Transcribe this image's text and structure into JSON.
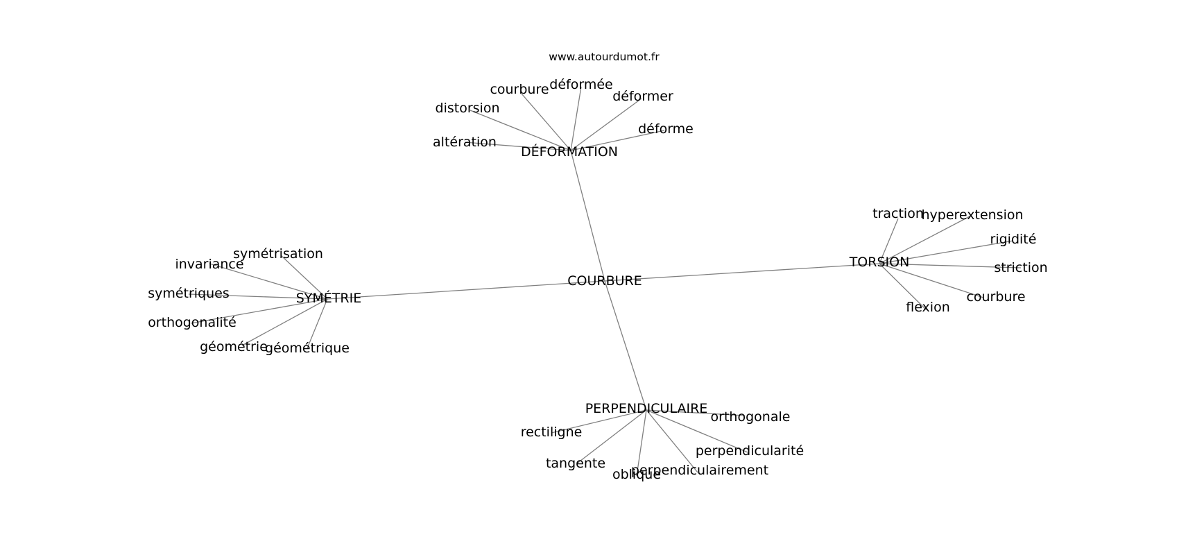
{
  "watermark": "www.autourdumot.fr",
  "center": {
    "id": "courbure_c",
    "label": "COURBURE"
  },
  "hubs": [
    {
      "id": "deformation",
      "label": "DÉFORMATION"
    },
    {
      "id": "torsion",
      "label": "TORSION"
    },
    {
      "id": "symetrie",
      "label": "SYMÉTRIE"
    },
    {
      "id": "perpendiculaire",
      "label": "PERPENDICULAIRE"
    }
  ],
  "leaves": [
    {
      "id": "distorsion",
      "hub": "deformation",
      "label": "distorsion"
    },
    {
      "id": "courbure_d",
      "hub": "deformation",
      "label": "courbure"
    },
    {
      "id": "deformee",
      "hub": "deformation",
      "label": "déformée"
    },
    {
      "id": "deformer",
      "hub": "deformation",
      "label": "déformer"
    },
    {
      "id": "deforme",
      "hub": "deformation",
      "label": "déforme"
    },
    {
      "id": "alteration",
      "hub": "deformation",
      "label": "altération"
    },
    {
      "id": "traction",
      "hub": "torsion",
      "label": "traction"
    },
    {
      "id": "hyperextension",
      "hub": "torsion",
      "label": "hyperextension"
    },
    {
      "id": "rigidite",
      "hub": "torsion",
      "label": "rigidité"
    },
    {
      "id": "striction",
      "hub": "torsion",
      "label": "striction"
    },
    {
      "id": "courbure_t",
      "hub": "torsion",
      "label": "courbure"
    },
    {
      "id": "flexion",
      "hub": "torsion",
      "label": "flexion"
    },
    {
      "id": "symetrisation",
      "hub": "symetrie",
      "label": "symétrisation"
    },
    {
      "id": "invariance",
      "hub": "symetrie",
      "label": "invariance"
    },
    {
      "id": "symetriques",
      "hub": "symetrie",
      "label": "symétriques"
    },
    {
      "id": "orthogonalite",
      "hub": "symetrie",
      "label": "orthogonalité"
    },
    {
      "id": "geometrie",
      "hub": "symetrie",
      "label": "géométrie"
    },
    {
      "id": "geometrique",
      "hub": "symetrie",
      "label": "géométrique"
    },
    {
      "id": "orthogonale",
      "hub": "perpendiculaire",
      "label": "orthogonale"
    },
    {
      "id": "rectiligne",
      "hub": "perpendiculaire",
      "label": "rectiligne"
    },
    {
      "id": "tangente",
      "hub": "perpendiculaire",
      "label": "tangente"
    },
    {
      "id": "oblique",
      "hub": "perpendiculaire",
      "label": "oblique"
    },
    {
      "id": "perpendiculairement",
      "hub": "perpendiculaire",
      "label": "perpendiculairement"
    },
    {
      "id": "perpendicularite",
      "hub": "perpendiculaire",
      "label": "perpendicularité"
    }
  ]
}
